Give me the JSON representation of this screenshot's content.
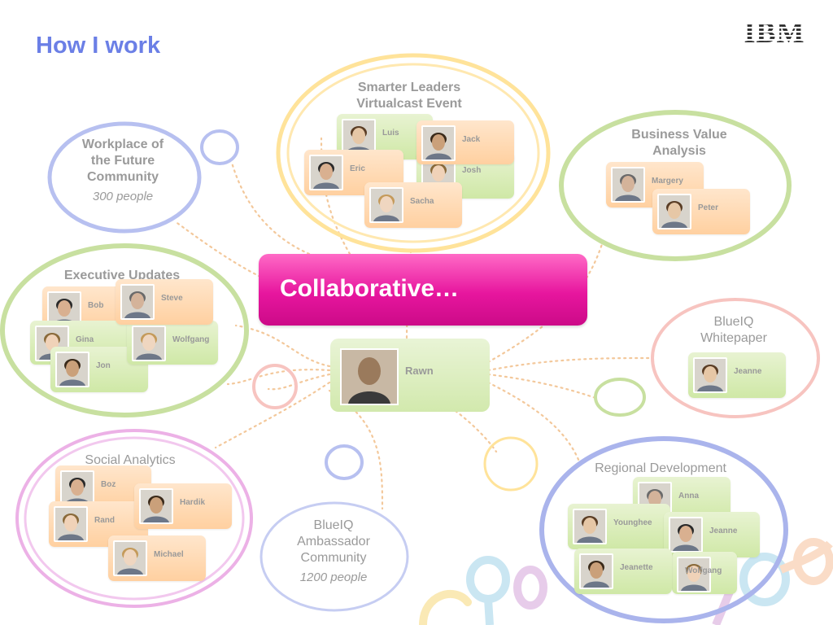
{
  "page": {
    "title": "How I work",
    "logo_text": "IBM"
  },
  "center": {
    "label": "Collaborative…",
    "person": "Rawn"
  },
  "groups": {
    "workplace": {
      "title": "Workplace of the Future Community",
      "subtitle": "300 people"
    },
    "smarter": {
      "title": "Smarter Leaders Virtualcast Event",
      "people": [
        "Luis",
        "Jack",
        "Eric",
        "Josh",
        "Sacha"
      ]
    },
    "bva": {
      "title": "Business Value Analysis",
      "people": [
        "Margery",
        "Peter"
      ]
    },
    "exec": {
      "title": "Executive Updates",
      "people": [
        "Bob",
        "Steve",
        "Gina",
        "Wolfgang",
        "Jon"
      ]
    },
    "blueiq_wp": {
      "title": "BlueIQ Whitepaper",
      "people": [
        "Jeanne"
      ]
    },
    "social": {
      "title": "Social Analytics",
      "people": [
        "Boz",
        "Hardik",
        "Rand",
        "Michael"
      ]
    },
    "ambassador": {
      "title": "BlueIQ Ambassador Community",
      "subtitle": "1200 people"
    },
    "regional": {
      "title": "Regional Development",
      "people": [
        "Anna",
        "Younghee",
        "Jeanne",
        "Jeanette",
        "Wolfgang"
      ]
    }
  },
  "colors": {
    "title": "#6b7fe6",
    "collaborative": "#e7169e",
    "ring_blue": "#b7c0f0",
    "ring_green": "#c8e0a0",
    "ring_yellow": "#ffe39a",
    "ring_pink": "#f7c4c0",
    "ring_magenta": "#ecb1e6",
    "connector": "#f3c89b",
    "card_green": "#d6ebb4",
    "card_orange": "#ffd8b0"
  },
  "icons": [
    "ibm-logo-icon",
    "person-photo-icon"
  ]
}
